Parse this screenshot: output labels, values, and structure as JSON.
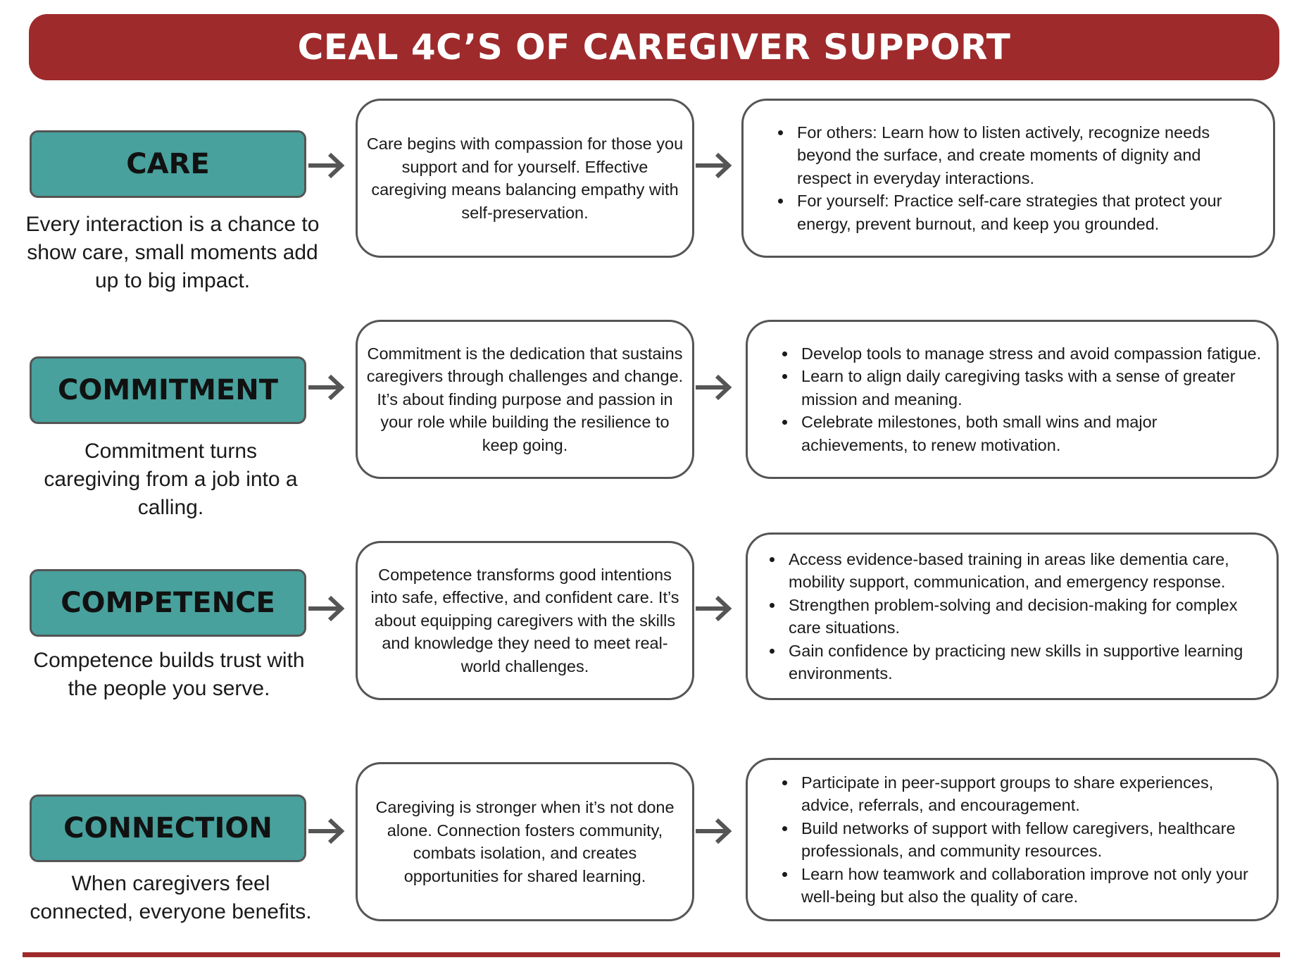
{
  "title": "CEAL 4C’S OF CAREGIVER SUPPORT",
  "colors": {
    "banner": "#9e2a2b",
    "label_fill": "#48a19d",
    "border": "#555555",
    "arrow": "#555555"
  },
  "rows": [
    {
      "label": "CARE",
      "tagline": "Every interaction is a chance to show care, small moments add up to big impact.",
      "description": "Care begins with compassion for those you support and for yourself. Effective caregiving means balancing empathy with self-preservation.",
      "bullets": [
        "For others: Learn how to listen actively, recognize needs beyond the surface, and create moments of dignity and respect in everyday interactions.",
        "For yourself: Practice self-care strategies that protect your energy, prevent burnout, and keep you grounded."
      ]
    },
    {
      "label": "COMMITMENT",
      "tagline": "Commitment turns caregiving from a job into a calling.",
      "description": "Commitment is the dedication that sustains caregivers through challenges and change. It’s about finding purpose and passion in your role while building the resilience to keep going.",
      "bullets": [
        "Develop tools to manage stress and avoid compassion fatigue.",
        "Learn to align daily caregiving tasks with a sense of greater mission and meaning.",
        "Celebrate milestones, both small wins and major achievements, to renew motivation."
      ]
    },
    {
      "label": "COMPETENCE",
      "tagline": "Competence builds trust with the people you serve.",
      "description": "Competence transforms good intentions into safe, effective, and confident care. It’s about equipping caregivers with the skills and knowledge they need to meet real-world challenges.",
      "bullets": [
        "Access evidence-based training in areas like dementia care, mobility support, communication, and emergency response.",
        "Strengthen problem-solving and decision-making for complex care situations.",
        "Gain confidence by practicing new skills in supportive learning environments."
      ]
    },
    {
      "label": "CONNECTION",
      "tagline": "When caregivers feel connected, everyone benefits.",
      "description": "Caregiving is stronger when it’s not done alone. Connection fosters community, combats isolation, and creates opportunities for shared learning.",
      "bullets": [
        "Participate in peer-support groups to share experiences, advice, referrals, and encouragement.",
        "Build networks of support with fellow caregivers, healthcare professionals, and community resources.",
        "Learn how teamwork and collaboration improve not only your well-being but also the quality of care."
      ]
    }
  ]
}
